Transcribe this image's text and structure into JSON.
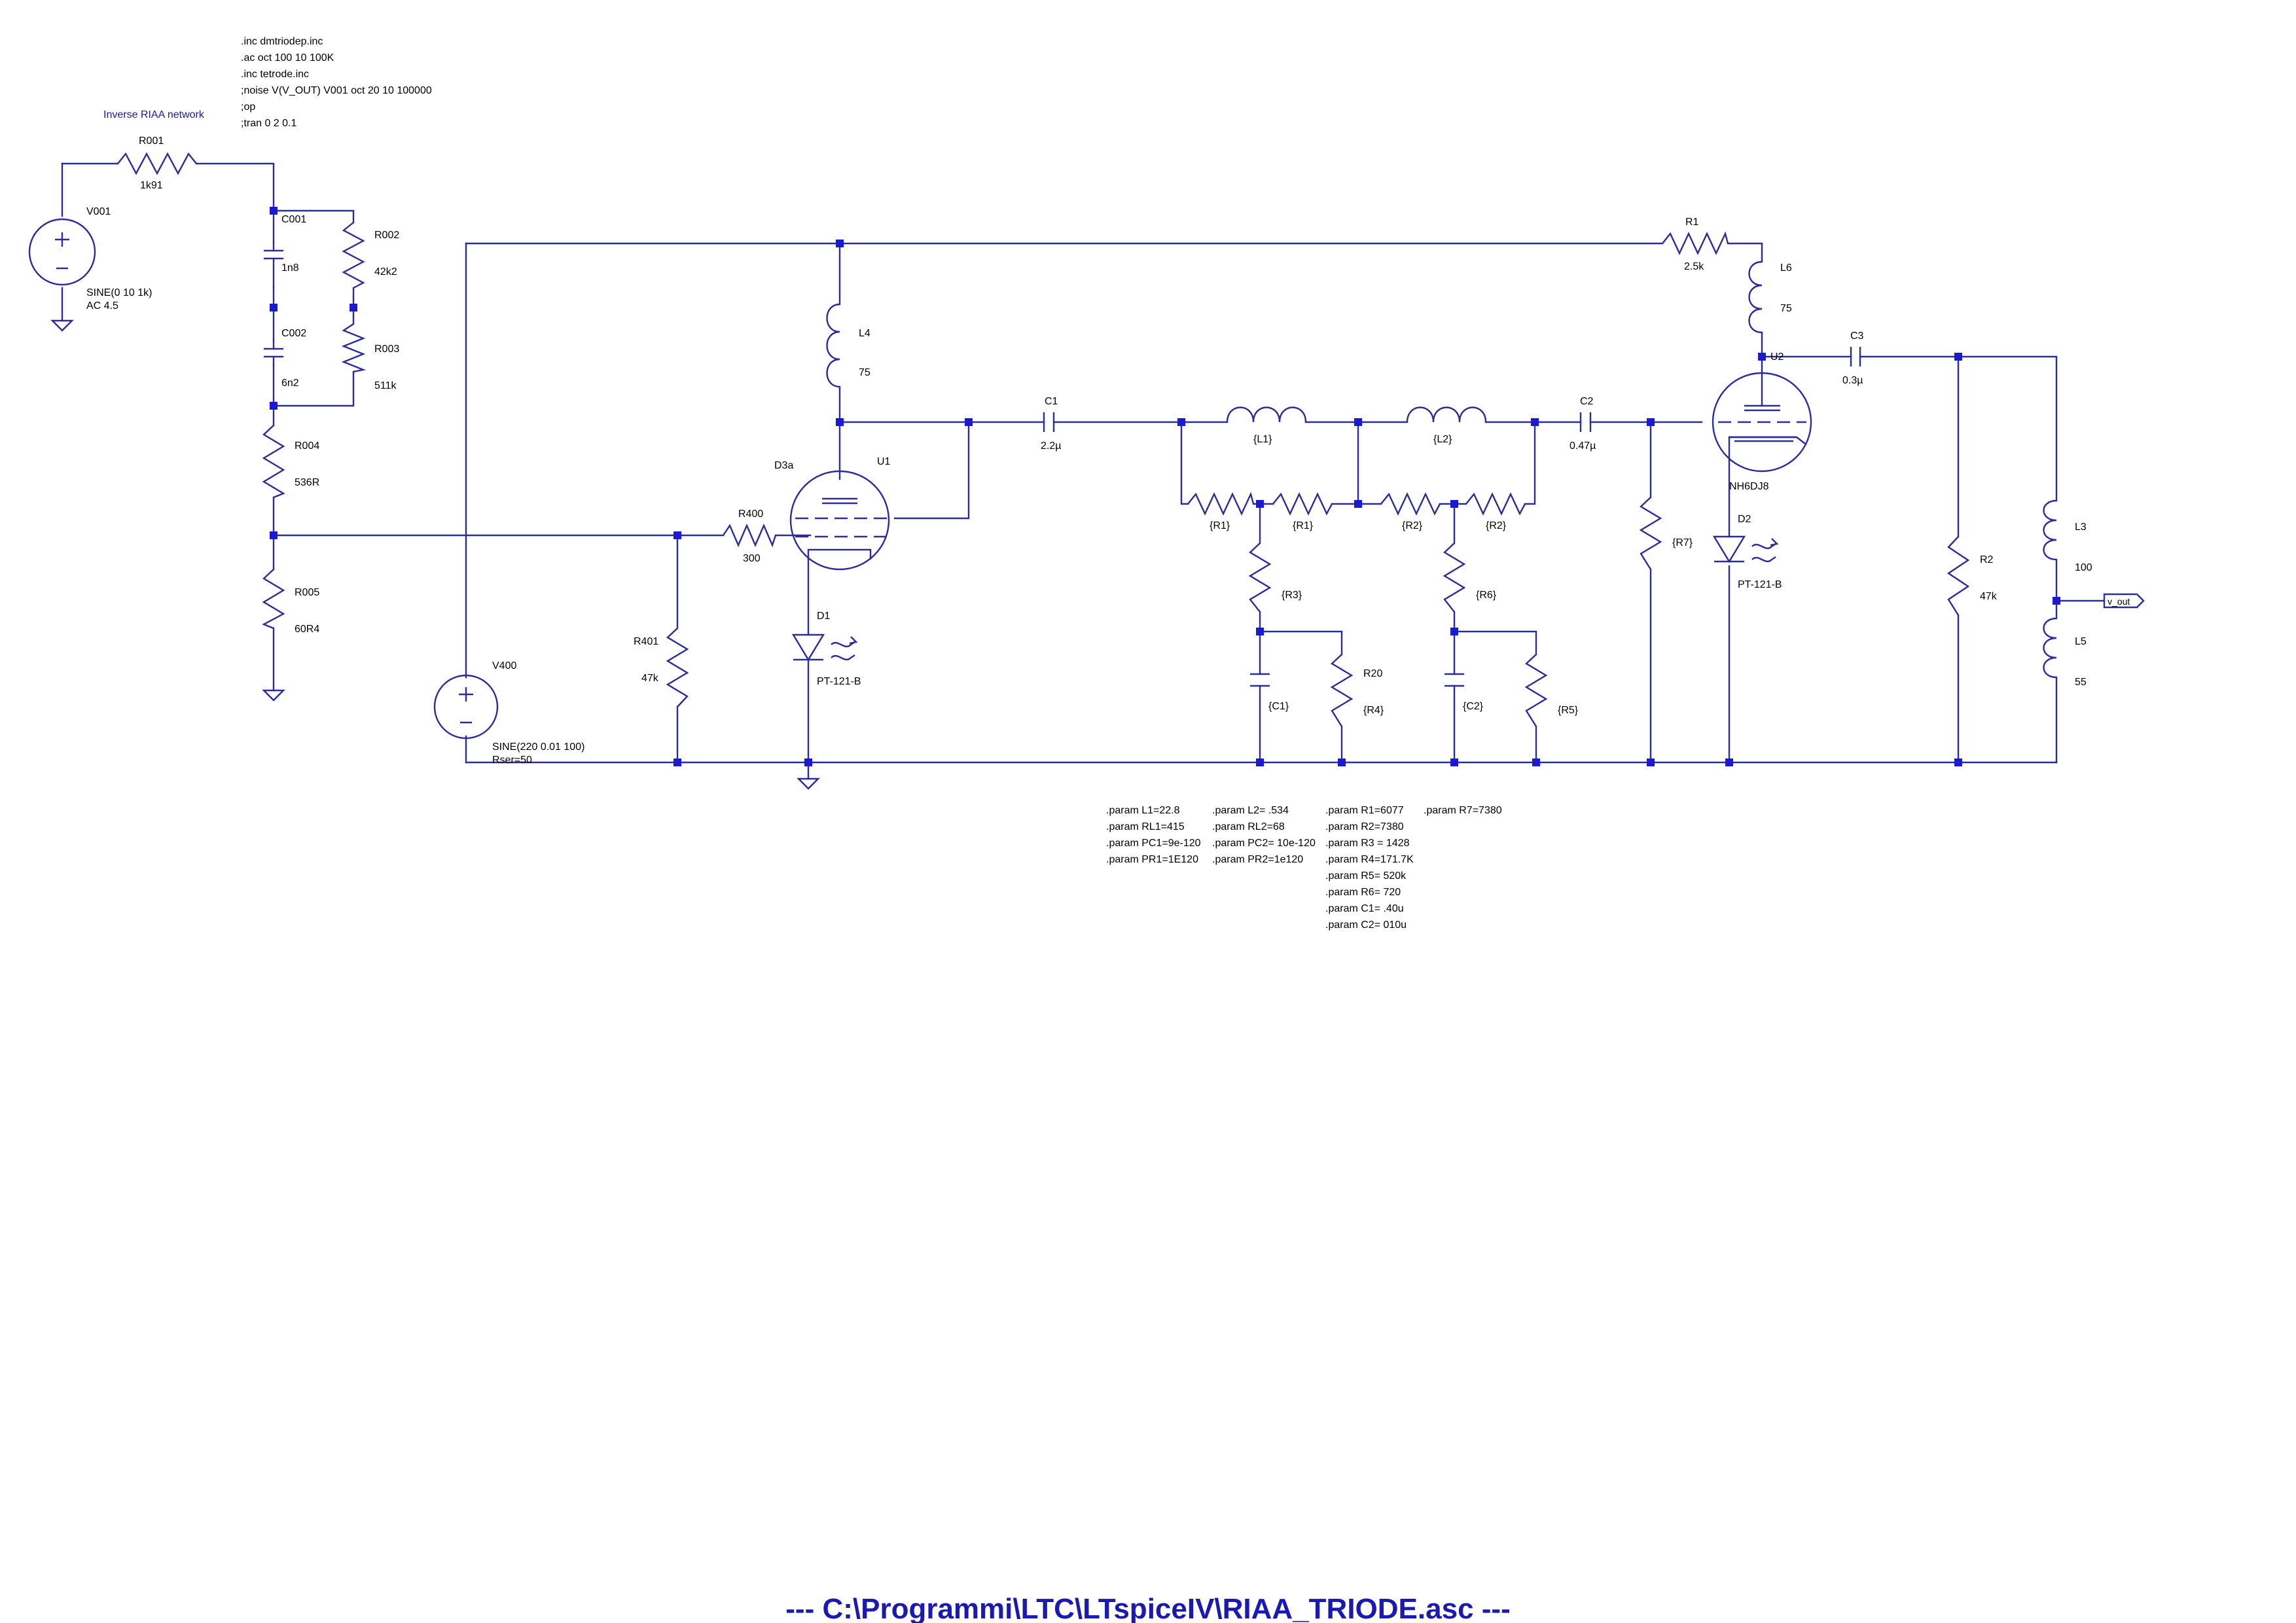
{
  "directives": [
    ".inc dmtriodep.inc",
    ".ac oct 100 10 100K",
    ".inc tetrode.inc",
    ";noise V(V_OUT) V001 oct 20 10 100000",
    ";op",
    ";tran 0 2 0.1"
  ],
  "network_label": "Inverse RIAA network",
  "sources": {
    "v001": {
      "name": "V001",
      "value1": "SINE(0 10 1k)",
      "value2": "AC 4.5"
    },
    "v400": {
      "name": "V400",
      "value1": "SINE(220 0.01 100)",
      "value2": "Rser=50"
    }
  },
  "resistors": {
    "r001": {
      "name": "R001",
      "value": "1k91"
    },
    "r002": {
      "name": "R002",
      "value": "42k2"
    },
    "r003": {
      "name": "R003",
      "value": "511k"
    },
    "r004": {
      "name": "R004",
      "value": "536R"
    },
    "r005": {
      "name": "R005",
      "value": "60R4"
    },
    "r400": {
      "name": "R400",
      "value": "300"
    },
    "r401": {
      "name": "R401",
      "value": "47k"
    },
    "r1": {
      "name": "R1",
      "value": "2.5k"
    },
    "r2": {
      "name": "R2",
      "value": "47k"
    },
    "r20": {
      "name": "R20",
      "value": "{R4}"
    },
    "ra": {
      "value": "{R1}"
    },
    "rb": {
      "value": "{R1}"
    },
    "rc": {
      "value": "{R2}"
    },
    "rd": {
      "value": "{R2}"
    },
    "re": {
      "value": "{R3}"
    },
    "rf": {
      "value": "{R6}"
    },
    "rg": {
      "value": "{R5}"
    },
    "rh": {
      "value": "{R7}"
    }
  },
  "capacitors": {
    "c001": {
      "name": "C001",
      "value": "1n8"
    },
    "c002": {
      "name": "C002",
      "value": "6n2"
    },
    "c1": {
      "name": "C1",
      "value": "2.2µ"
    },
    "c2": {
      "name": "C2",
      "value": "0.47µ"
    },
    "c3": {
      "name": "C3",
      "value": "0.3µ"
    },
    "ca": {
      "value": "{C1}"
    },
    "cb": {
      "value": "{C2}"
    }
  },
  "inductors": {
    "l4": {
      "name": "L4",
      "value": "75"
    },
    "l6": {
      "name": "L6",
      "value": "75"
    },
    "l3": {
      "name": "L3",
      "value": "100"
    },
    "l5": {
      "name": "L5",
      "value": "55"
    },
    "la": {
      "value": "{L1}"
    },
    "lb": {
      "value": "{L2}"
    }
  },
  "tubes": {
    "u1": {
      "name": "U1",
      "model": "D3a"
    },
    "u2": {
      "name": "U2",
      "model": "NH6DJ8"
    }
  },
  "diodes": {
    "d1": {
      "name": "D1",
      "model": "PT-121-B"
    },
    "d2": {
      "name": "D2",
      "model": "PT-121-B"
    }
  },
  "output_label": "v_out",
  "params": {
    "col1": [
      ".param L1=22.8",
      ".param RL1=415",
      ".param PC1=9e-120",
      ".param PR1=1E120"
    ],
    "col2": [
      ".param L2= .534",
      ".param RL2=68",
      ".param PC2= 10e-120",
      ".param PR2=1e120"
    ],
    "col3": [
      ".param R1=6077",
      ".param R2=7380",
      ".param R3 = 1428",
      ".param R4=171.7K",
      ".param R5= 520k",
      ".param R6= 720",
      ".param C1= .40u",
      ".param C2= 010u"
    ],
    "col4": [
      ".param R7=7380"
    ]
  },
  "file_title": "---  C:\\Programmi\\LTC\\LTspiceIV\\RIAA_TRIODE.asc  ---"
}
